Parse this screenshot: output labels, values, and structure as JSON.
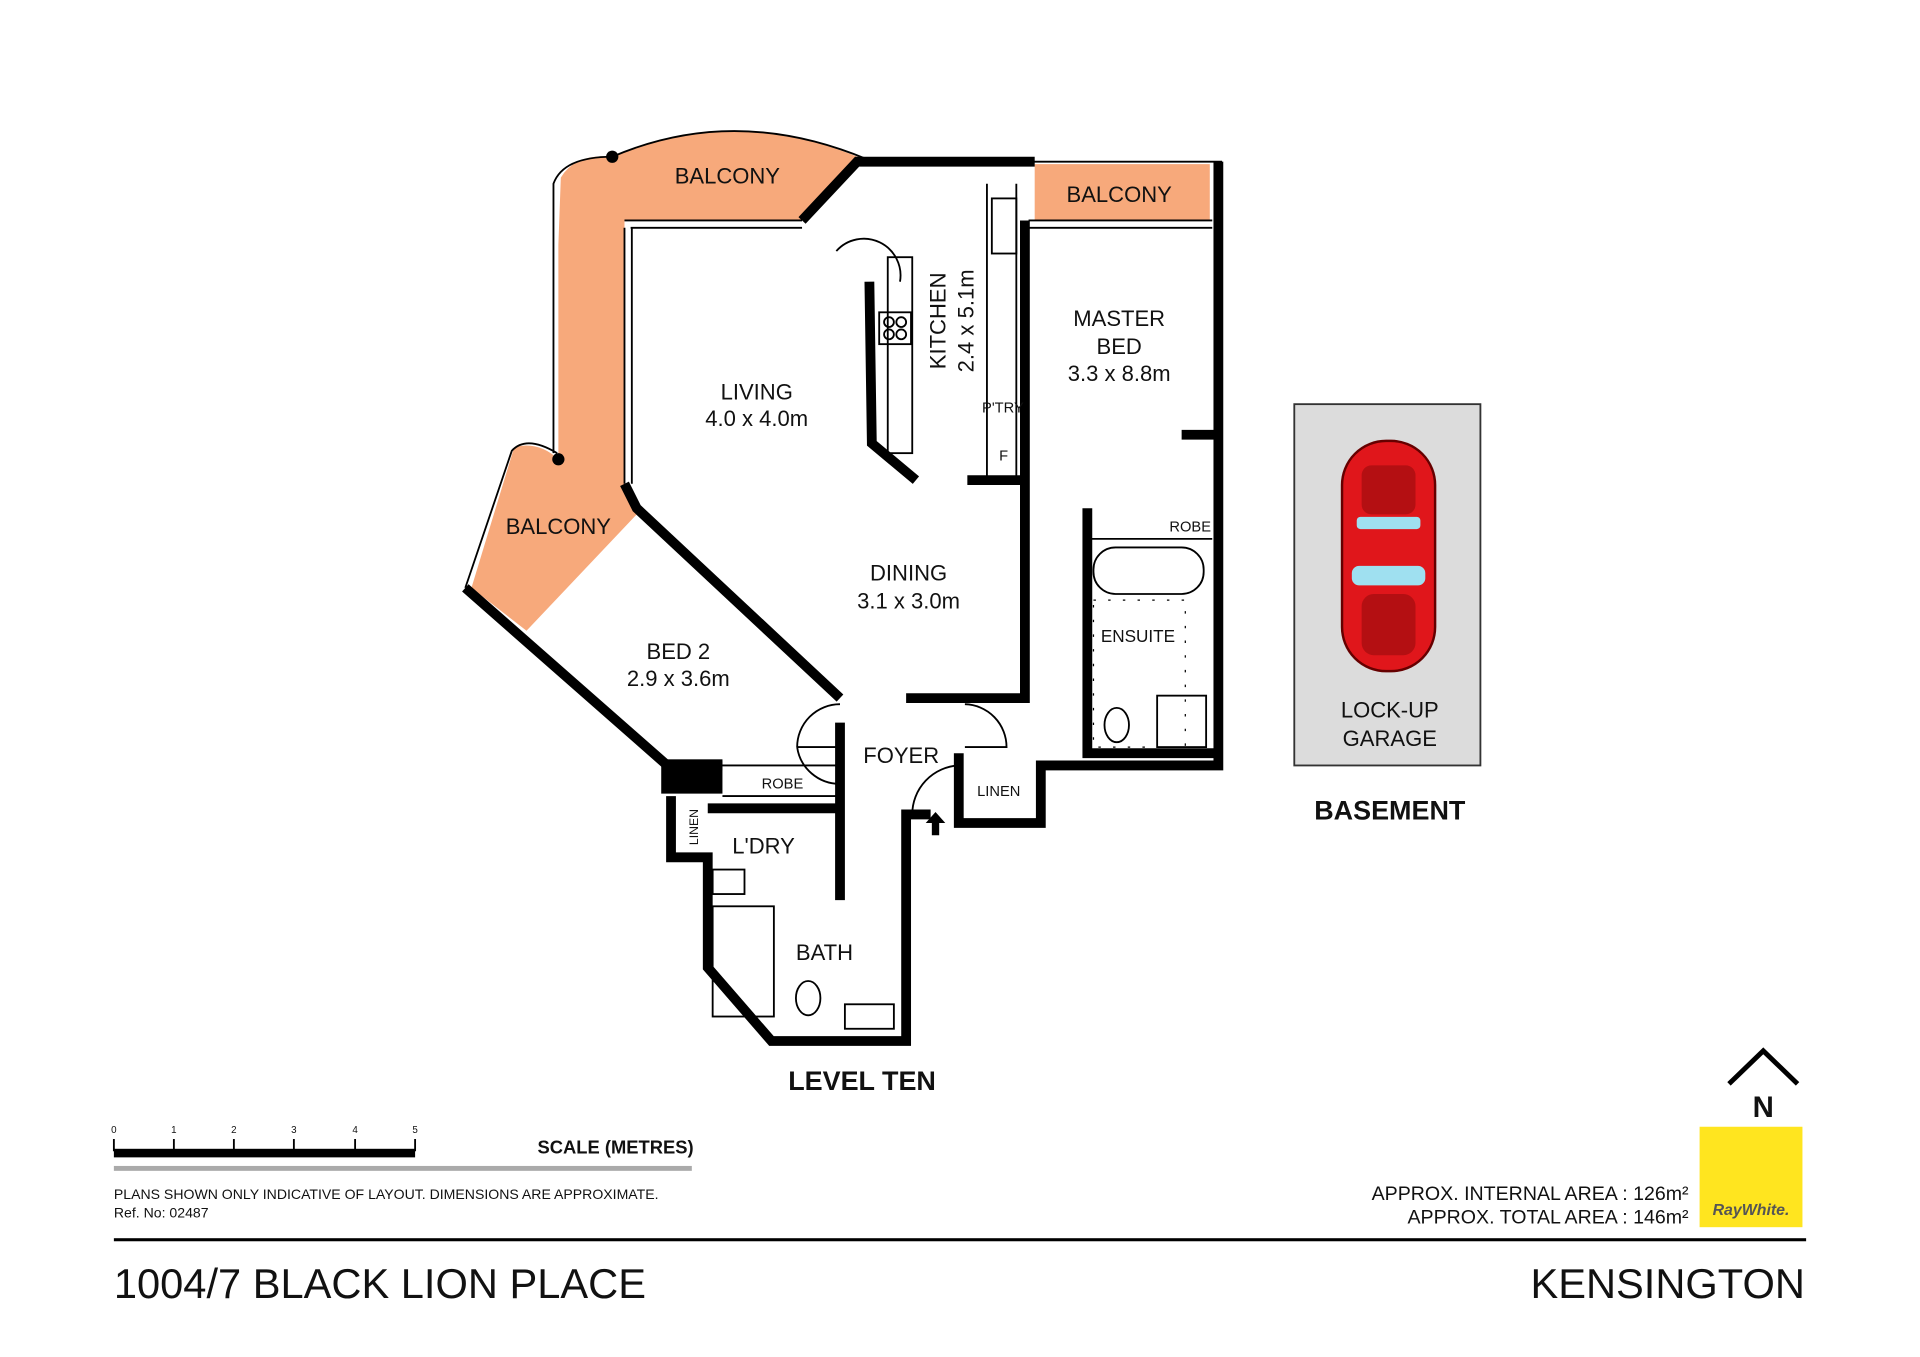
{
  "colors": {
    "balcony": "#F7A97B",
    "garage": "#DCDCDC",
    "car": "#E0161B",
    "logo_bg": "#FFE51F",
    "logo_text": "#555555"
  },
  "rooms": {
    "balcony_top": "BALCONY",
    "balcony_left": "BALCONY",
    "balcony_master": "BALCONY",
    "living_name": "LIVING",
    "living_size": "4.0 x 4.0m",
    "kitchen_name": "KITCHEN",
    "kitchen_size": "2.4 x 5.1m",
    "pantry": "P'TRY",
    "fridge": "F",
    "master_name_1": "MASTER",
    "master_name_2": "BED",
    "master_size": "3.3 x 8.8m",
    "master_robe": "ROBE",
    "ensuite": "ENSUITE",
    "dining_name": "DINING",
    "dining_size": "3.1 x 3.0m",
    "bed2_name": "BED 2",
    "bed2_size": "2.9 x 3.6m",
    "bed2_robe": "ROBE",
    "foyer": "FOYER",
    "linen_foyer": "LINEN",
    "linen_laundry": "LINEN",
    "laundry": "L'DRY",
    "bath": "BATH"
  },
  "garage": {
    "label_1": "LOCK-UP",
    "label_2": "GARAGE",
    "icon": "car-icon"
  },
  "levels": {
    "main": "LEVEL TEN",
    "basement": "BASEMENT"
  },
  "scale": {
    "ticks": [
      "0",
      "1",
      "2",
      "3",
      "4",
      "5"
    ],
    "label": "SCALE (METRES)"
  },
  "disclaimer": "PLANS SHOWN ONLY INDICATIVE OF LAYOUT.  DIMENSIONS ARE APPROXIMATE.",
  "ref": "Ref. No: 02487",
  "areas": {
    "internal": "APPROX. INTERNAL AREA : 126m²",
    "total": "APPROX. TOTAL AREA : 146m²"
  },
  "north": "N",
  "logo": "RayWhite.",
  "footer": {
    "address": "1004/7 BLACK LION PLACE",
    "suburb": "KENSINGTON"
  }
}
